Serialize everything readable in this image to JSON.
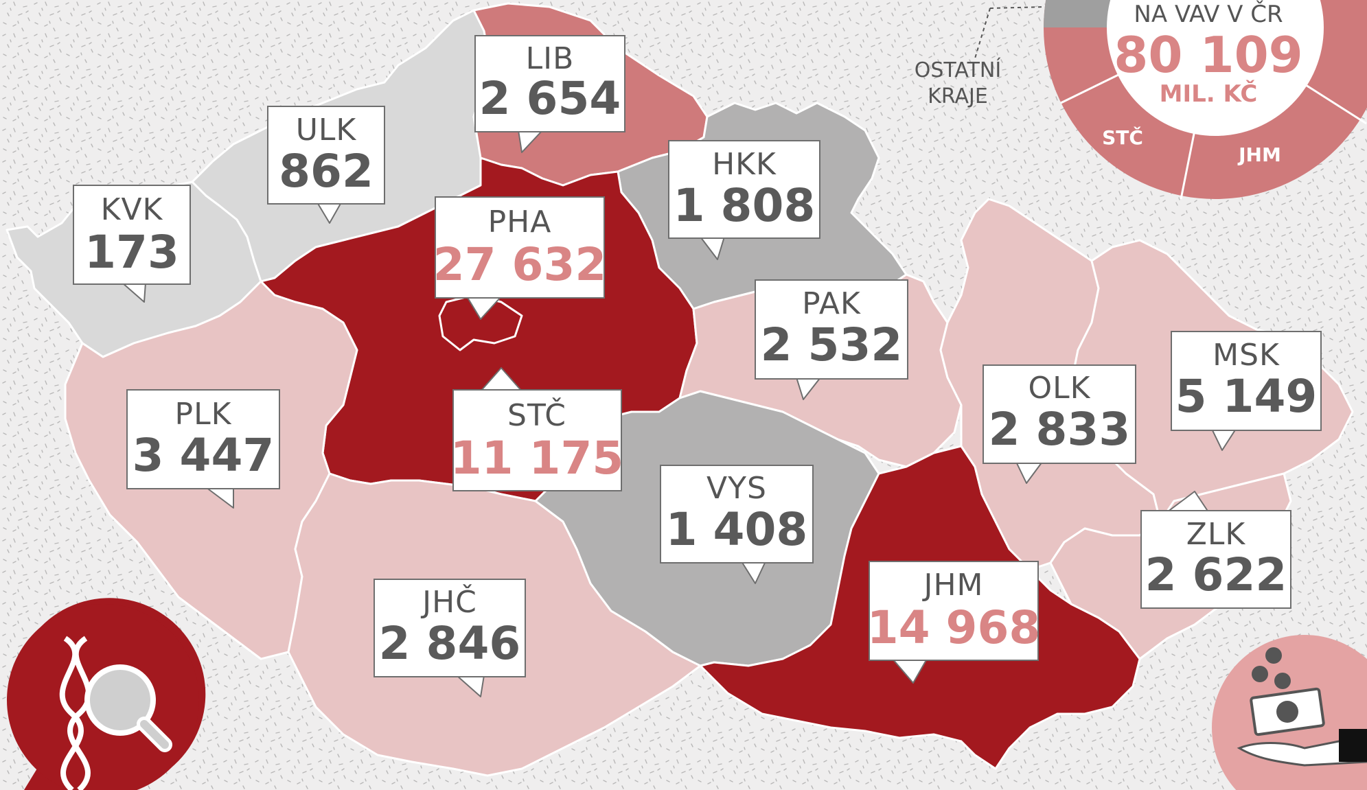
{
  "colors": {
    "background": "#efeeee",
    "tier_top": "#a3191f",
    "tier_high": "#cf7a7b",
    "tier_mid": "#b2b1b1",
    "tier_light": "#d9d9d9",
    "tier_low": "#e8c4c4",
    "highlight_text": "#d98585",
    "number_text": "#5a5a5a"
  },
  "regions": [
    {
      "code": "LIB",
      "value": "2 654",
      "highlight": false
    },
    {
      "code": "ULK",
      "value": "862",
      "highlight": false
    },
    {
      "code": "KVK",
      "value": "173",
      "highlight": false
    },
    {
      "code": "PHA",
      "value": "27 632",
      "highlight": true
    },
    {
      "code": "HKK",
      "value": "1 808",
      "highlight": false
    },
    {
      "code": "PAK",
      "value": "2 532",
      "highlight": false
    },
    {
      "code": "MSK",
      "value": "5 149",
      "highlight": false
    },
    {
      "code": "OLK",
      "value": "2 833",
      "highlight": false
    },
    {
      "code": "PLK",
      "value": "3 447",
      "highlight": false
    },
    {
      "code": "STČ",
      "value": "11 175",
      "highlight": true
    },
    {
      "code": "VYS",
      "value": "1 408",
      "highlight": false
    },
    {
      "code": "ZLK",
      "value": "2 622",
      "highlight": false
    },
    {
      "code": "JHČ",
      "value": "2 846",
      "highlight": false
    },
    {
      "code": "JHM",
      "value": "14 968",
      "highlight": true
    }
  ],
  "donut": {
    "caption_top": "NA VAV V ČR",
    "total": "80 109",
    "unit": "MIL. KČ",
    "segment_labels": {
      "stc": "STČ",
      "jhm": "JHM"
    },
    "other_label_line1": "OSTATNÍ",
    "other_label_line2": "KRAJE"
  },
  "icons": {
    "research": "dna-magnifier-icon",
    "money": "money-hand-icon"
  }
}
